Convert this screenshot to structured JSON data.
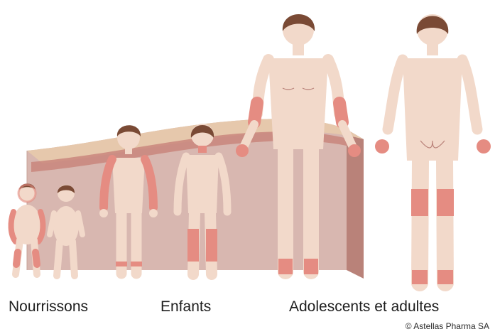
{
  "groups": [
    {
      "label": "Nourrissons"
    },
    {
      "label": "Enfants"
    },
    {
      "label": "Adolescents et adultes"
    }
  ],
  "credit": "© Astellas Pharma SA",
  "colors": {
    "skin": "#f2d9ca",
    "lesion": "#e58c82",
    "hair": "#7a4a35",
    "block_front": "#d6b4ad",
    "block_side": "#b9857c",
    "epidermis": "#e8cdb1",
    "dermis_band": "#cf8d83"
  },
  "icons": [
    "skin-cross-section",
    "infant-figure",
    "child-figure",
    "adult-figure"
  ]
}
